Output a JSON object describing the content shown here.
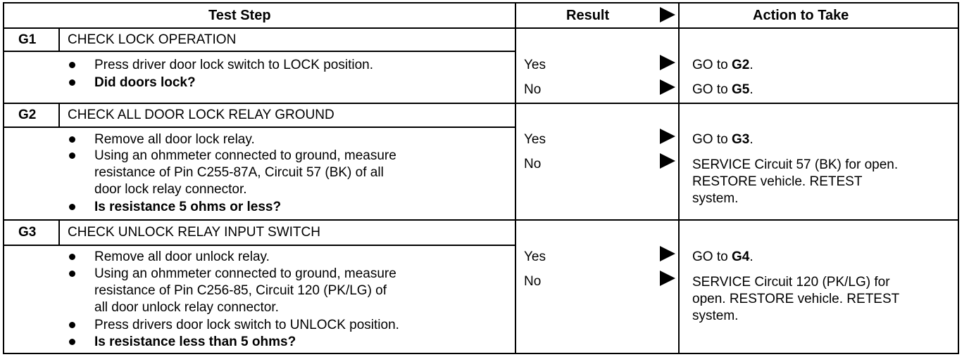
{
  "header": {
    "test_step": "Test Step",
    "result": "Result",
    "action": "Action to Take"
  },
  "steps": [
    {
      "id": "G1",
      "title": "CHECK LOCK OPERATION",
      "bullets": [
        {
          "lines": [
            "Press driver door lock switch to LOCK position."
          ],
          "bold": false
        },
        {
          "lines": [
            "Did doors lock?"
          ],
          "bold": true
        }
      ],
      "results": [
        {
          "result": "Yes",
          "action_prefix": "GO to ",
          "action_bold": "G2",
          "action_suffix": "."
        },
        {
          "result": "No",
          "action_prefix": "GO to ",
          "action_bold": "G5",
          "action_suffix": "."
        }
      ]
    },
    {
      "id": "G2",
      "title": "CHECK ALL DOOR LOCK RELAY GROUND",
      "bullets": [
        {
          "lines": [
            "Remove all door lock relay."
          ],
          "bold": false
        },
        {
          "lines": [
            "Using an ohmmeter connected to ground, measure",
            "resistance of Pin C255-87A, Circuit 57 (BK) of all",
            "door lock relay connector."
          ],
          "bold": false
        },
        {
          "lines": [
            "Is resistance 5 ohms or less?"
          ],
          "bold": true
        }
      ],
      "results": [
        {
          "result": "Yes",
          "action_prefix": "GO to ",
          "action_bold": "G3",
          "action_suffix": "."
        },
        {
          "result": "No",
          "action_lines": [
            "SERVICE Circuit 57 (BK) for open.",
            "RESTORE vehicle. RETEST",
            "system."
          ]
        }
      ]
    },
    {
      "id": "G3",
      "title": "CHECK UNLOCK RELAY INPUT SWITCH",
      "bullets": [
        {
          "lines": [
            "Remove all door unlock relay."
          ],
          "bold": false
        },
        {
          "lines": [
            "Using an ohmmeter connected to ground, measure",
            "resistance of Pin C256-85, Circuit 120 (PK/LG) of",
            "all door unlock relay connector."
          ],
          "bold": false
        },
        {
          "lines": [
            "Press drivers door lock switch to UNLOCK position."
          ],
          "bold": false
        },
        {
          "lines": [
            "Is resistance less than 5 ohms?"
          ],
          "bold": true
        }
      ],
      "results": [
        {
          "result": "Yes",
          "action_prefix": "GO to ",
          "action_bold": "G4",
          "action_suffix": "."
        },
        {
          "result": "No",
          "action_lines": [
            "SERVICE Circuit 120 (PK/LG) for",
            "open. RESTORE vehicle. RETEST",
            "system."
          ]
        }
      ]
    }
  ]
}
